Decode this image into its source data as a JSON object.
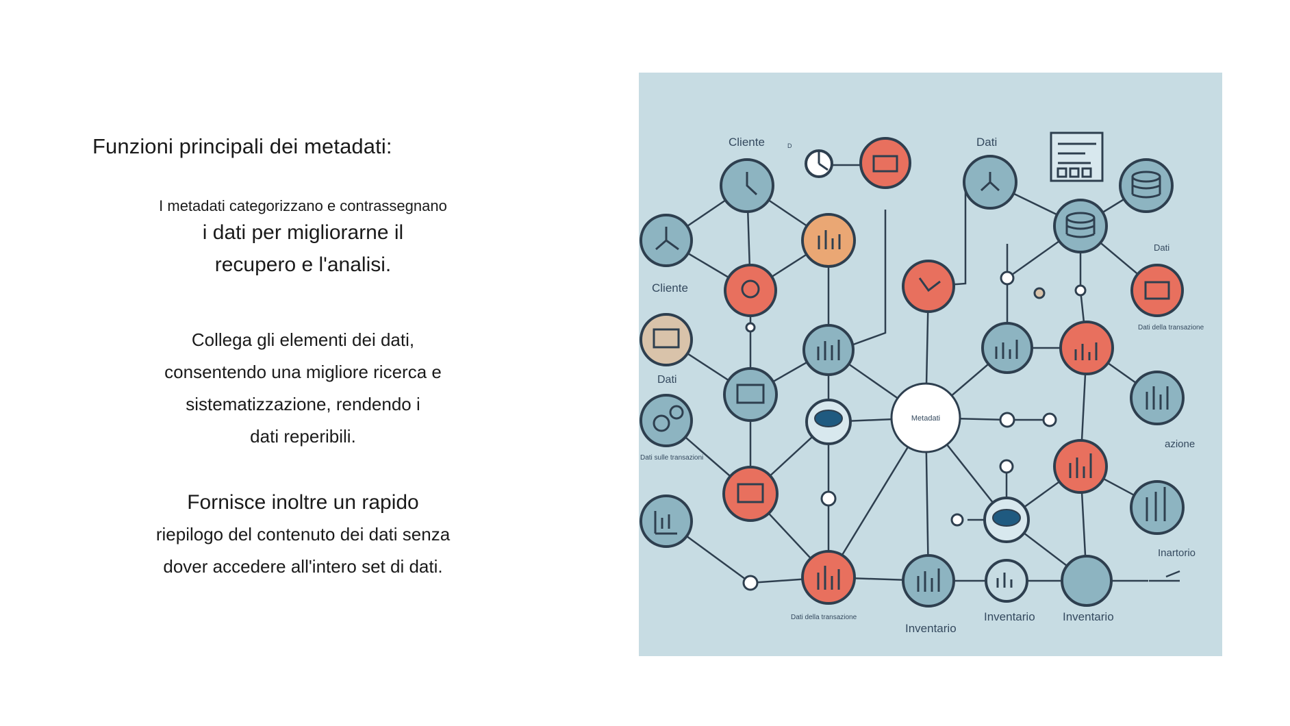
{
  "slide": {
    "heading": "Funzioni principali dei metadati:",
    "paragraph1": [
      "I metadati categorizzano e contrassegnano",
      "i dati per migliorarne il",
      "recupero e l'analisi."
    ],
    "paragraph2": [
      "Collega gli elementi dei dati,",
      "consentendo una migliore ricerca e",
      "sistematizzazione, rendendo i",
      "dati reperibili."
    ],
    "paragraph3": [
      "Fornisce inoltre un rapido",
      "riepilogo del contenuto dei dati senza",
      "dover accedere all'intero set di dati."
    ]
  },
  "diagram": {
    "center_label": "Metadati",
    "labels": {
      "cliente_top": "Cliente",
      "d_small": "D",
      "dati_top": "Dati",
      "cliente_left": "Cliente",
      "dati_left": "Dati",
      "dati_sulle_transazioni": "Dati sulle transazioni",
      "dati_right": "Dati",
      "dati_della_transazione_right": "Dati della transazione",
      "azione": "azione",
      "inartorio": "Inartorio",
      "dati_della_transazione_bottom": "Dati della transazione",
      "inventario_1": "Inventario",
      "inventario_2": "Inventario",
      "inventario_3": "Inventario"
    },
    "colors": {
      "background": "#c7dce3",
      "node_blue": "#8db4c1",
      "node_red": "#e8705e",
      "node_orange": "#eaa774",
      "node_beige": "#d9c3aa",
      "stroke": "#2e3f4f"
    }
  }
}
